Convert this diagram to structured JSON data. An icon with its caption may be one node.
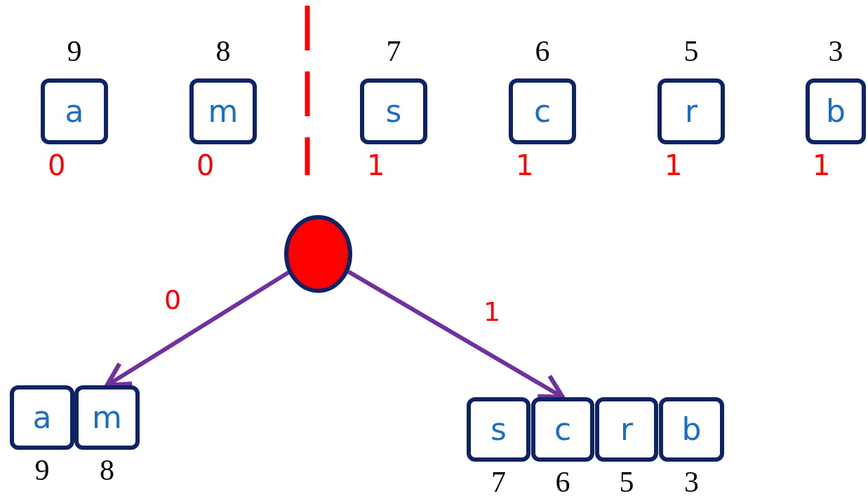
{
  "diagram": {
    "nodes": [
      {
        "text": [
          "a"
        ],
        "beside": [
          "9",
          "0"
        ]
      },
      {
        "text": [
          "m"
        ],
        "beside": [
          "8",
          "0"
        ]
      },
      {
        "text": [
          "s"
        ],
        "beside": [
          "7",
          "1"
        ]
      },
      {
        "text": [
          "c"
        ],
        "beside": [
          "6",
          "1"
        ]
      },
      {
        "text": [
          "r"
        ],
        "beside": [
          "5",
          "1"
        ]
      },
      {
        "text": [
          "b"
        ],
        "beside": [
          "3",
          "1"
        ]
      },
      {
        "text": [],
        "shape": "circle"
      },
      {
        "text": [
          "a"
        ],
        "beside": [
          "9"
        ]
      },
      {
        "text": [
          "m"
        ],
        "beside": [
          "8"
        ]
      },
      {
        "text": [
          "s"
        ],
        "beside": [
          "7"
        ]
      },
      {
        "text": [
          "c"
        ],
        "beside": [
          "6"
        ]
      },
      {
        "text": [
          "r"
        ],
        "beside": [
          "5"
        ]
      },
      {
        "text": [
          "b"
        ],
        "beside": [
          "3"
        ]
      }
    ],
    "edges": [
      {
        "from": 6,
        "to": 8,
        "label": "0",
        "arrow": "to"
      },
      {
        "from": 6,
        "to": 10,
        "label": "1",
        "arrow": "to"
      }
    ]
  }
}
